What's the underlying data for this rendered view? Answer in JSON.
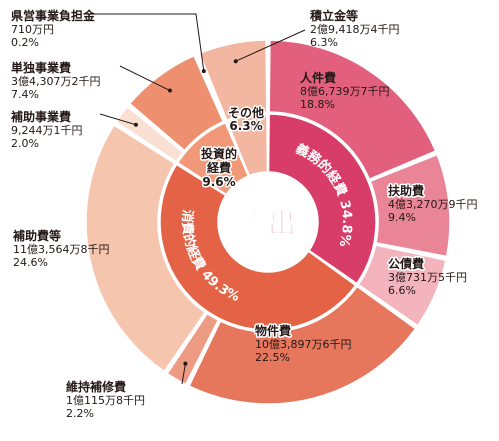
{
  "chart_data": {
    "type": "pie",
    "title": "歳出",
    "outer_ring": [
      {
        "name": "人件費",
        "amount": "8億6,739万7千円",
        "percent": 18.8,
        "color": "#e2607e"
      },
      {
        "name": "扶助費",
        "amount": "4億3,270万9千円",
        "percent": 9.4,
        "color": "#ea8597"
      },
      {
        "name": "公債費",
        "amount": "3億731万5千円",
        "percent": 6.6,
        "color": "#f3b4be"
      },
      {
        "name": "物件費",
        "amount": "10億3,897万6千円",
        "percent": 22.5,
        "color": "#e6765c"
      },
      {
        "name": "維持補修費",
        "amount": "1億115万8千円",
        "percent": 2.2,
        "color": "#ee9b83"
      },
      {
        "name": "補助費等",
        "amount": "11億3,564万8千円",
        "percent": 24.6,
        "color": "#f5c5ad"
      },
      {
        "name": "補助事業費",
        "amount": "9,244万1千円",
        "percent": 2.0,
        "color": "#fae0d3"
      },
      {
        "name": "単独事業費",
        "amount": "3億4,307万2千円",
        "percent": 7.4,
        "color": "#ee9070"
      },
      {
        "name": "県営事業負担金",
        "amount": "710万円",
        "percent": 0.2,
        "color": "#d9573f"
      },
      {
        "name": "積立金等",
        "amount": "2億9,418万4千円",
        "percent": 6.3,
        "color": "#f3b6a1"
      }
    ],
    "inner_ring": [
      {
        "name": "義務的経費",
        "percent": 34.8,
        "label": "義務的経費 34.8%",
        "color": "#d83c68"
      },
      {
        "name": "消費的経費",
        "percent": 49.3,
        "label": "消費的経費 49.3%",
        "color": "#e46347"
      },
      {
        "name": "投資的経費",
        "percent": 9.6,
        "label": "投資的\n経費\n9.6%",
        "color": "#f09877"
      },
      {
        "name": "その他",
        "percent": 6.3,
        "label": "その他\n6.3%",
        "color": "#f3b6a1"
      }
    ],
    "percent_suffix": "%"
  }
}
